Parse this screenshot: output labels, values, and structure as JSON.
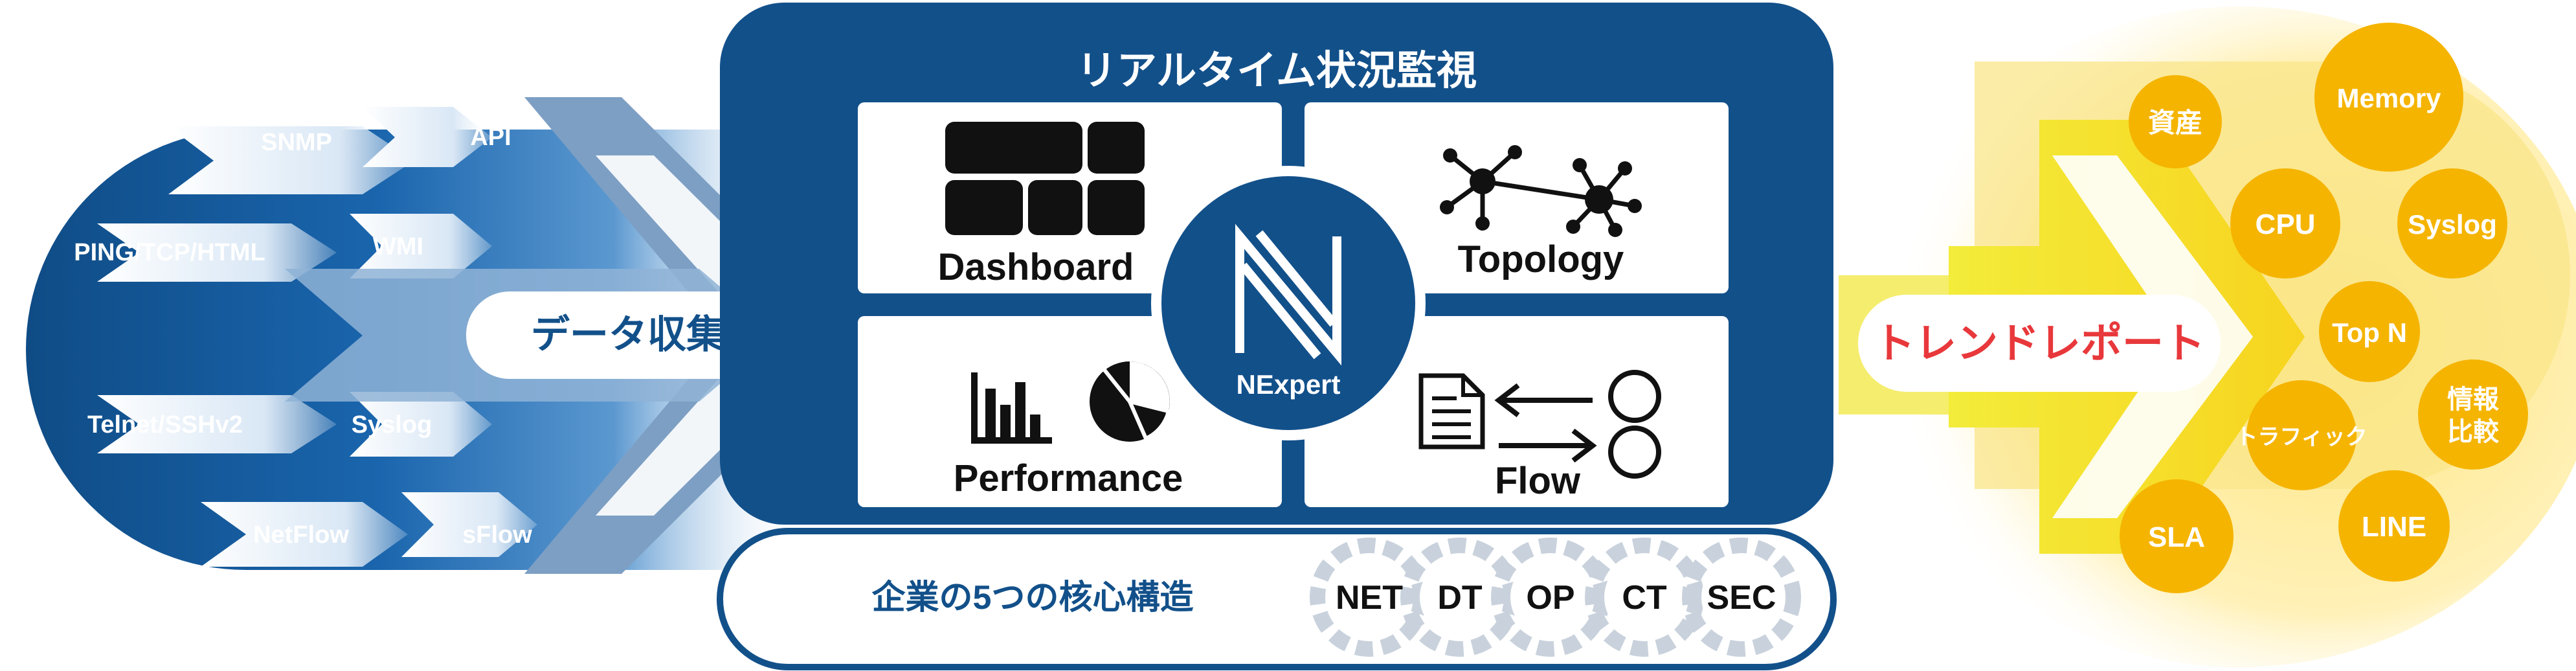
{
  "collection": {
    "title": "データ収集",
    "sources": [
      {
        "label": "SNMP"
      },
      {
        "label": "API"
      },
      {
        "label": "PING/TCP/HTML"
      },
      {
        "label": "WMI"
      },
      {
        "label": "Telnet/SSHv2"
      },
      {
        "label": "Syslog"
      },
      {
        "label": "NetFlow"
      },
      {
        "label": "sFlow"
      }
    ]
  },
  "monitoring": {
    "title": "リアルタイム状況監視",
    "panels": [
      {
        "label": "Dashboard"
      },
      {
        "label": "Topology"
      },
      {
        "label": "Performance"
      },
      {
        "label": "Flow"
      }
    ],
    "center": "NExpert"
  },
  "structure": {
    "title": "企業の5つの核心構造",
    "gears": [
      {
        "label": "NET"
      },
      {
        "label": "DT"
      },
      {
        "label": "OP"
      },
      {
        "label": "CT"
      },
      {
        "label": "SEC"
      }
    ]
  },
  "report": {
    "title": "トレンドレポート",
    "items": [
      {
        "label": "資産"
      },
      {
        "label": "Memory"
      },
      {
        "label": "CPU"
      },
      {
        "label": "Syslog"
      },
      {
        "label": "Top N"
      },
      {
        "label": "情報"
      },
      {
        "label": "比較"
      },
      {
        "label": "トラフィック"
      },
      {
        "label": "SLA"
      },
      {
        "label": "LINE"
      }
    ]
  },
  "colors": {
    "navy": "#12508a",
    "navy_dark": "#0e4274",
    "blue_mid": "#2f7bc0",
    "steel": "#7d9fc4",
    "gold": "#f5b400",
    "gold_light": "#f7df2c",
    "gold_bg": "#fff3c4",
    "red_text": "#e8383b",
    "gear_gray": "#c9d2dc"
  }
}
